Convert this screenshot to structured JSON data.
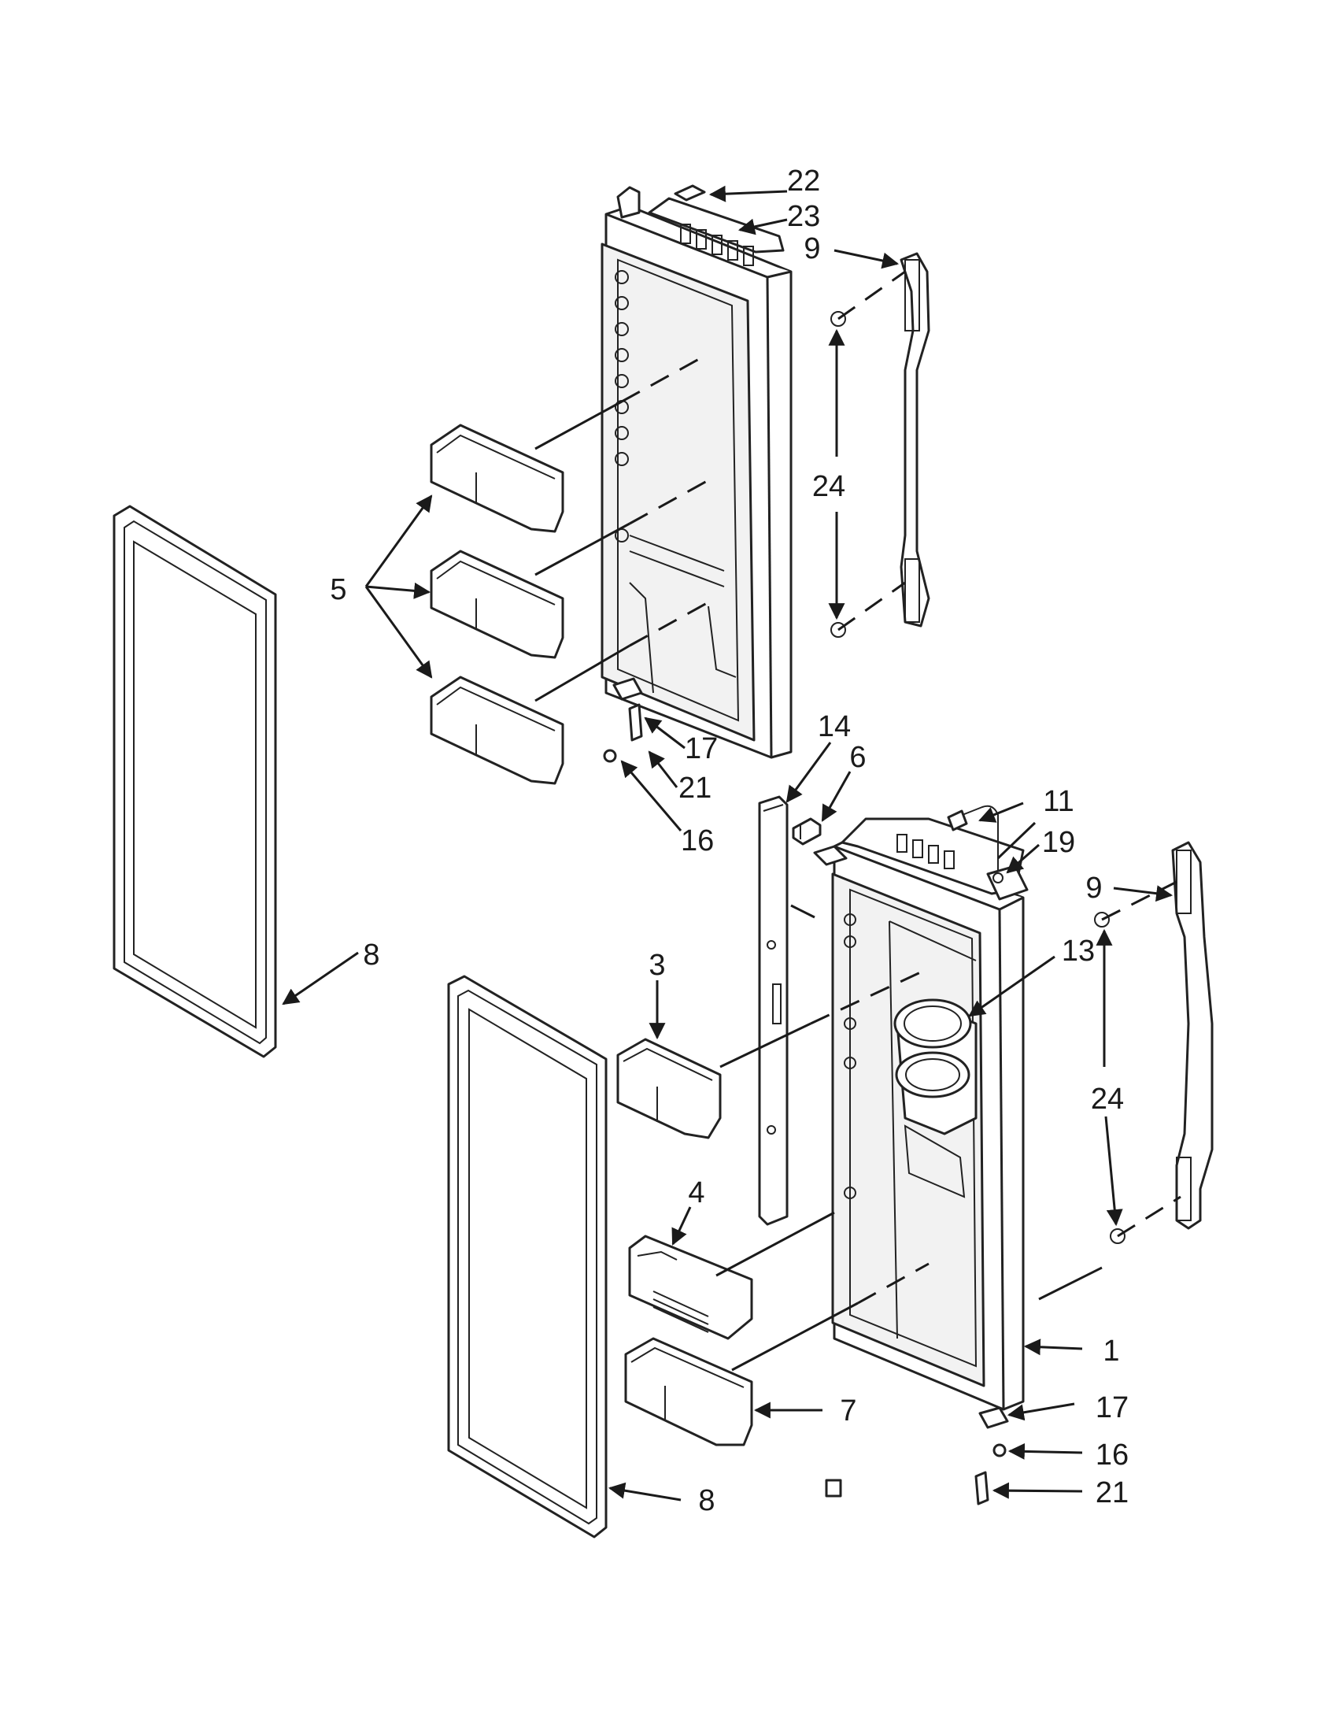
{
  "callouts": [
    {
      "id": "c22a",
      "label": "22"
    },
    {
      "id": "c23",
      "label": "23"
    },
    {
      "id": "c9a",
      "label": "9"
    },
    {
      "id": "c24a",
      "label": "24"
    },
    {
      "id": "c5",
      "label": "5"
    },
    {
      "id": "c17a",
      "label": "17"
    },
    {
      "id": "c21a",
      "label": "21"
    },
    {
      "id": "c16a",
      "label": "16"
    },
    {
      "id": "c14",
      "label": "14"
    },
    {
      "id": "c6",
      "label": "6"
    },
    {
      "id": "c11",
      "label": "11"
    },
    {
      "id": "c19",
      "label": "19"
    },
    {
      "id": "c9b",
      "label": "9"
    },
    {
      "id": "c13",
      "label": "13"
    },
    {
      "id": "c8a",
      "label": "8"
    },
    {
      "id": "c3",
      "label": "3"
    },
    {
      "id": "c24b",
      "label": "24"
    },
    {
      "id": "c4",
      "label": "4"
    },
    {
      "id": "c1",
      "label": "1"
    },
    {
      "id": "c17b",
      "label": "17"
    },
    {
      "id": "c7",
      "label": "7"
    },
    {
      "id": "c16b",
      "label": "16"
    },
    {
      "id": "c8b",
      "label": "8"
    },
    {
      "id": "c21b",
      "label": "21"
    }
  ]
}
